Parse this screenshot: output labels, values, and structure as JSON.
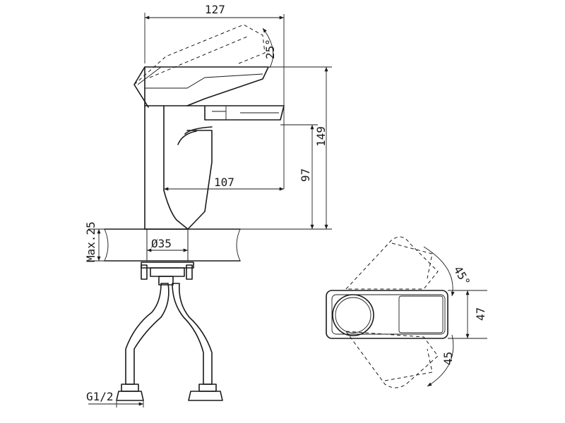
{
  "dimensions": {
    "width_top": "127",
    "lever_angle": "25°",
    "height_total": "149",
    "height_spout": "97",
    "spout_reach": "107",
    "max_thickness": "Max.25",
    "body_diameter": "Ø35",
    "thread": "G1/2",
    "rotate_angle_upper": "45°",
    "rotate_angle_lower": "45",
    "handle_width": "47"
  },
  "colors": {
    "line": "#1a1a1a",
    "background": "#ffffff"
  }
}
